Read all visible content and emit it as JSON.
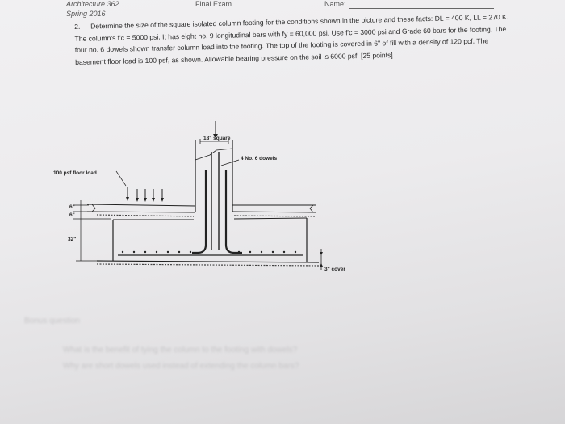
{
  "header": {
    "course": "Architecture 362",
    "term": "Spring 2016",
    "exam": "Final Exam",
    "name_label": "Name:"
  },
  "question": {
    "number": "2.",
    "text": "Determine the size of the square isolated column footing for the conditions shown in the picture and these facts: DL = 400 K, LL = 270 K. The column's f'c = 5000 psi. It has eight no. 9 longitudinal bars with fy = 60,000 psi. Use f'c = 3000 psi and Grade 60 bars for the footing. The four no. 6 dowels shown transfer column load into the footing. The top of the footing is covered in 6\" of fill with a density of 120 pcf. The basement floor load is 100 psf, as shown. Allowable bearing pressure on the soil is 6000 psf. [25 points]"
  },
  "figure": {
    "column_label": "18\" square",
    "dowels_label": "4 No. 6 dowels",
    "floor_load_label": "100 psf floor load",
    "dim_6a": "6\"",
    "dim_6b": "6\"",
    "dim_32": "32\"",
    "cover_label": "3\" cover"
  },
  "faded_text": {
    "line1": "Bonus question",
    "line2": "What is the benefit of tying the column to the footing with dowels?",
    "line3": "Why are short dowels used instead of extending the column bars?"
  }
}
